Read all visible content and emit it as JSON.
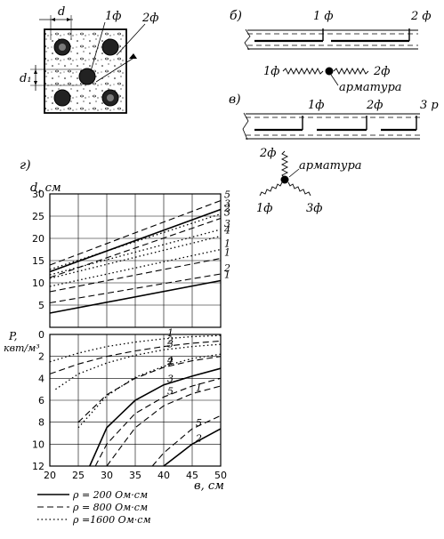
{
  "panel_a": {
    "d_label": "d",
    "d1_label": "d₁",
    "phase1": "1ф",
    "phase2": "2ф"
  },
  "panel_b": {
    "letter": "б)",
    "top1": "1 ф",
    "top2": "2 ф",
    "bottom1": "1ф",
    "bottom2": "2ф",
    "armatura": "арматура"
  },
  "panel_v": {
    "letter": "в)",
    "top1": "1ф",
    "top2": "2ф",
    "top3": "3 р",
    "star2": "2ф",
    "star1": "1ф",
    "star3": "3ф",
    "armatura": "арматура"
  },
  "panel_g": {
    "letter": "г)",
    "top_ylabel": "d, см",
    "bottom_ylabel_1": "P,",
    "bottom_ylabel_2": "квт/м³",
    "xlabel": "в, см",
    "x_ticks": [
      "20",
      "25",
      "30",
      "35",
      "40",
      "45",
      "50"
    ],
    "top_y_ticks": [
      "30",
      "25",
      "20",
      "15",
      "10",
      "5"
    ],
    "bottom_y_ticks": [
      "0",
      "2",
      "4",
      "6",
      "8",
      "10",
      "12"
    ]
  },
  "legend": [
    {
      "style": "solid",
      "label": "ρ = 200  Ом·см"
    },
    {
      "style": "dash",
      "label": "ρ = 800  Ом·см"
    },
    {
      "style": "dot",
      "label": "ρ =1600  Ом·см"
    }
  ],
  "chart_data": [
    {
      "type": "line",
      "xlabel": "в, см",
      "ylabel": "d, см",
      "xlim": [
        20,
        50
      ],
      "ylim": [
        0,
        30
      ],
      "grid": true,
      "series": [
        {
          "name": "1",
          "style": "solid",
          "x": [
            20,
            50
          ],
          "y": [
            3.2,
            10.5
          ]
        },
        {
          "name": "1",
          "style": "dash",
          "x": [
            20,
            50
          ],
          "y": [
            8.0,
            15.5
          ]
        },
        {
          "name": "1",
          "style": "dot",
          "x": [
            20,
            50
          ],
          "y": [
            9.2,
            17.5
          ]
        },
        {
          "name": "2",
          "style": "dash",
          "x": [
            20,
            50
          ],
          "y": [
            5.5,
            12.0
          ]
        },
        {
          "name": "3",
          "style": "solid",
          "x": [
            20,
            50
          ],
          "y": [
            12.5,
            26.5
          ]
        },
        {
          "name": "3",
          "style": "dash",
          "x": [
            20,
            50
          ],
          "y": [
            11.2,
            24.5
          ]
        },
        {
          "name": "3",
          "style": "dot",
          "x": [
            20,
            50
          ],
          "y": [
            11.8,
            22.0
          ]
        },
        {
          "name": "4",
          "style": "dot",
          "x": [
            20,
            50
          ],
          "y": [
            11.0,
            20.5
          ]
        },
        {
          "name": "5",
          "style": "dash",
          "x": [
            20,
            50
          ],
          "y": [
            14.0,
            28.5
          ]
        },
        {
          "name": "2",
          "style": "dot",
          "x": [
            20,
            50
          ],
          "y": [
            13.0,
            25.5
          ]
        }
      ]
    },
    {
      "type": "line",
      "xlabel": "в, см",
      "ylabel": "P, квт/м³",
      "xlim": [
        20,
        50
      ],
      "ylim": [
        12,
        0
      ],
      "grid": true,
      "series": [
        {
          "name": "1",
          "style": "dot",
          "x": [
            20,
            25,
            30,
            35,
            40,
            45,
            50
          ],
          "y": [
            2.5,
            1.7,
            1.1,
            0.7,
            0.4,
            0.2,
            0.1
          ]
        },
        {
          "name": "2",
          "style": "dash",
          "x": [
            20,
            25,
            30,
            35,
            40,
            45,
            50
          ],
          "y": [
            3.6,
            2.7,
            2.0,
            1.5,
            1.1,
            0.8,
            0.6
          ]
        },
        {
          "name": "3",
          "style": "dot",
          "x": [
            21,
            25,
            30,
            35,
            40,
            45,
            50
          ],
          "y": [
            5.0,
            3.6,
            2.6,
            1.9,
            1.4,
            1.1,
            0.9
          ]
        },
        {
          "name": "4",
          "style": "dot",
          "x": [
            25,
            30,
            35,
            40,
            45,
            50
          ],
          "y": [
            8.5,
            5.6,
            3.9,
            2.9,
            2.2,
            1.8
          ]
        },
        {
          "name": "2",
          "style": "dash",
          "x": [
            25,
            30,
            35,
            40,
            45,
            50
          ],
          "y": [
            8.0,
            5.5,
            4.0,
            3.0,
            2.4,
            2.0
          ]
        },
        {
          "name": "3",
          "style": "solid",
          "x": [
            27,
            30,
            35,
            40,
            45,
            50
          ],
          "y": [
            12.0,
            8.5,
            6.0,
            4.6,
            3.8,
            3.1
          ]
        },
        {
          "name": "5",
          "style": "dash",
          "x": [
            28,
            30,
            35,
            40,
            45,
            50
          ],
          "y": [
            12.0,
            10.0,
            7.2,
            5.7,
            4.7,
            4.0
          ]
        },
        {
          "name": "1",
          "style": "dash",
          "x": [
            30,
            35,
            40,
            45,
            50
          ],
          "y": [
            12.0,
            8.5,
            6.5,
            5.4,
            4.7
          ]
        },
        {
          "name": "5",
          "style": "dash",
          "x": [
            38,
            40,
            45,
            50
          ],
          "y": [
            12.0,
            10.8,
            8.6,
            7.4
          ]
        },
        {
          "name": "2",
          "style": "solid",
          "x": [
            40,
            45,
            50
          ],
          "y": [
            12.0,
            10.0,
            8.6
          ]
        }
      ]
    }
  ]
}
